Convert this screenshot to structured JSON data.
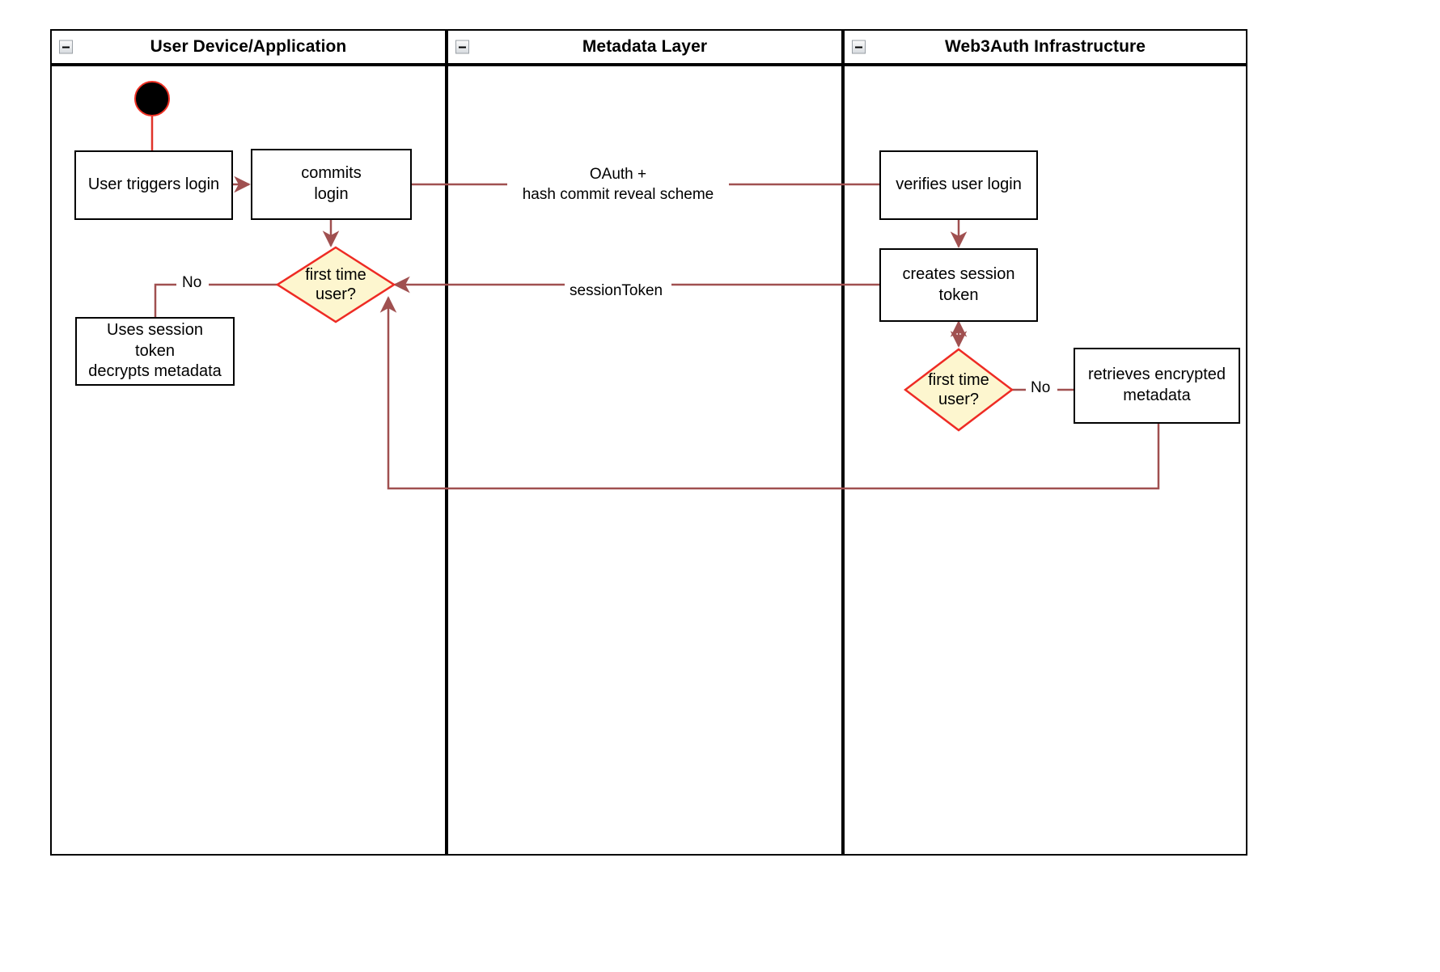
{
  "diagram": {
    "type": "swimlane-activity-diagram",
    "lanes": [
      {
        "title": "User Device/Application",
        "collapse_icon": "minus-box-icon"
      },
      {
        "title": "Metadata Layer",
        "collapse_icon": "minus-box-icon"
      },
      {
        "title": "Web3Auth Infrastructure",
        "collapse_icon": "minus-box-icon"
      }
    ],
    "nodes": [
      {
        "id": "start",
        "shape": "initial-node",
        "label": ""
      },
      {
        "id": "user_triggers_login",
        "shape": "rectangle",
        "label": "User triggers login"
      },
      {
        "id": "commits_login",
        "shape": "rectangle",
        "label": "commits\nlogin",
        "line1": "commits",
        "line2": "login"
      },
      {
        "id": "first_time_user_left",
        "shape": "diamond",
        "line1": "first time",
        "line2": "user?"
      },
      {
        "id": "uses_session_token",
        "shape": "rectangle",
        "line1": "Uses session",
        "line2": "token",
        "line3": "decrypts metadata"
      },
      {
        "id": "verifies_user_login",
        "shape": "rectangle",
        "label": "verifies user login"
      },
      {
        "id": "creates_session_token",
        "shape": "rectangle",
        "line1": "creates session",
        "line2": "token"
      },
      {
        "id": "first_time_user_right",
        "shape": "diamond",
        "line1": "first time",
        "line2": "user?"
      },
      {
        "id": "retrieves_encrypted_metadata",
        "shape": "rectangle",
        "line1": "retrieves encrypted",
        "line2": "metadata"
      }
    ],
    "edge_labels": {
      "oauth_line1": "OAuth +",
      "oauth_line2": "hash commit reveal scheme",
      "session_token": "sessionToken",
      "no_left": "No",
      "no_right": "No"
    },
    "colors": {
      "edge": "#a05050",
      "decision_fill": "#fdf6cf",
      "decision_stroke": "#ee2b24",
      "node_stroke": "#000000",
      "start_fill": "#000000",
      "start_stroke": "#ef3124",
      "lane_stroke": "#000000",
      "background": "#ffffff"
    }
  }
}
